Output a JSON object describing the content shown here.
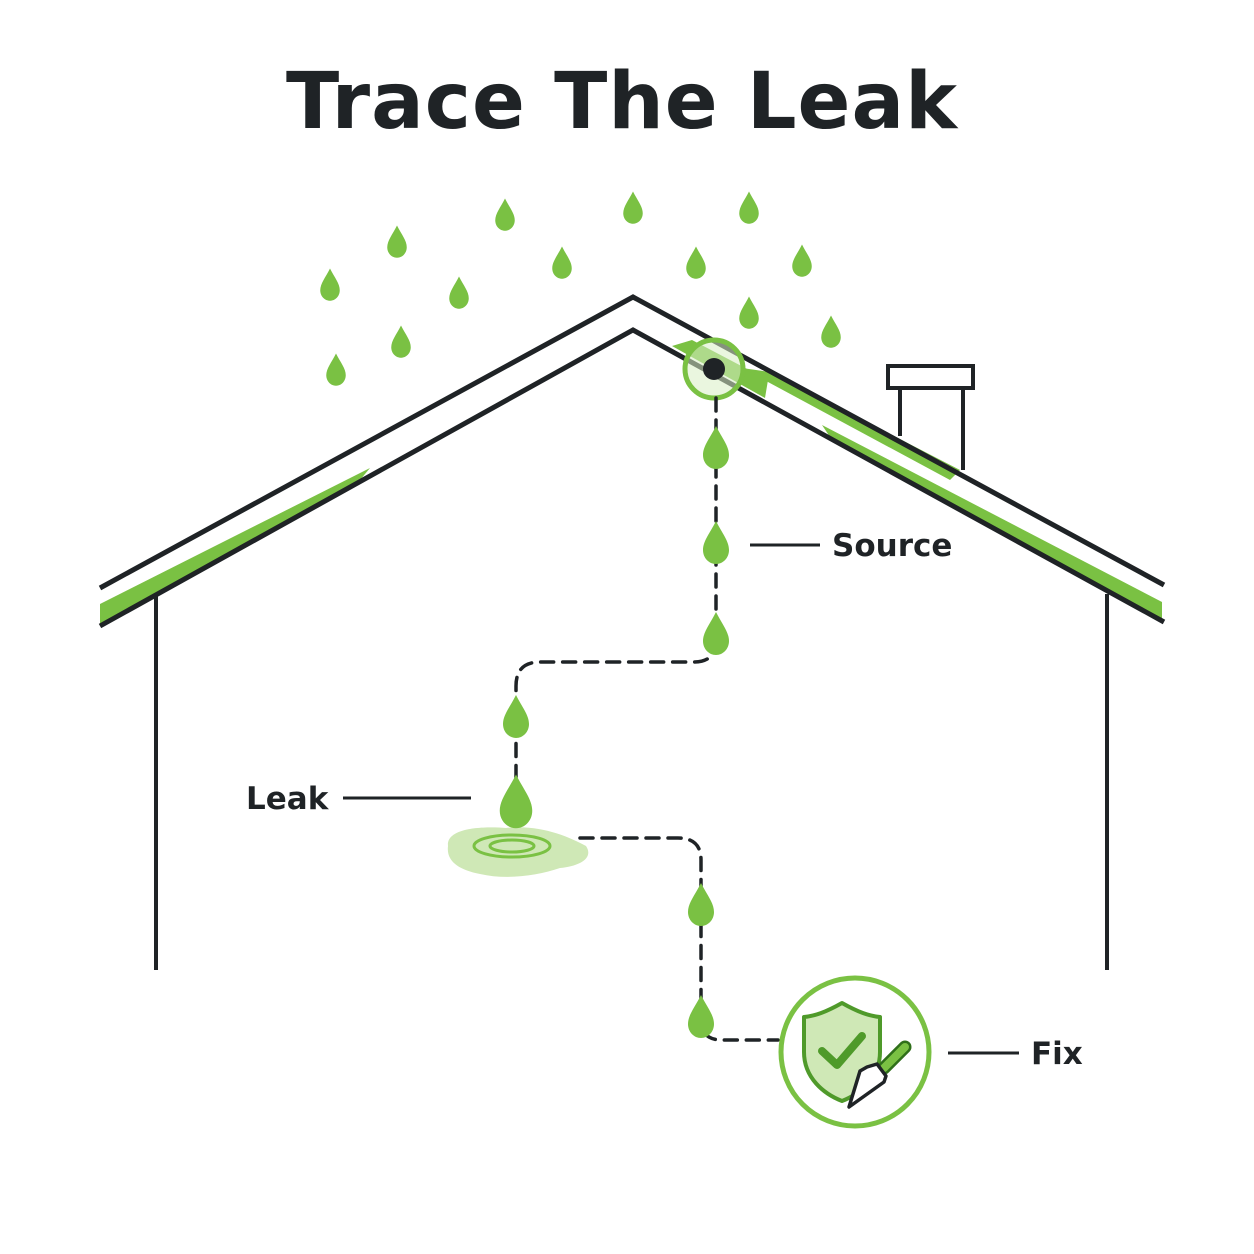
{
  "title": "Trace The Leak",
  "labels": {
    "source": "Source",
    "leak": "Leak",
    "fix": "Fix"
  },
  "colors": {
    "accent_green": "#7ac143",
    "dark_green": "#4f9a2a",
    "pale_green": "#cfe8b6",
    "line": "#1f2326",
    "background": "#ffffff"
  },
  "icons": {
    "rain": "raindrop-icon",
    "source_marker": "leak-source-marker-icon",
    "puddle": "puddle-icon",
    "fix": "shield-check-trowel-icon"
  }
}
